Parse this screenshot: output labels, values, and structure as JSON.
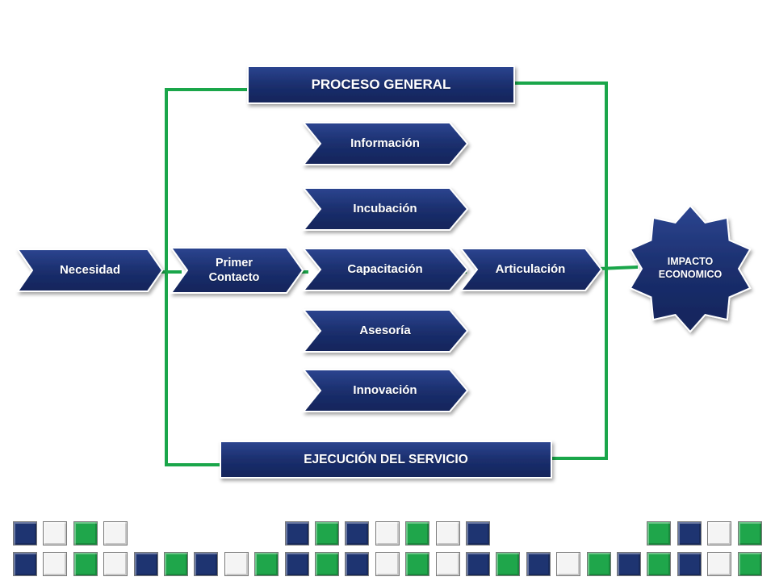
{
  "colors": {
    "navy": "#1b2f6e",
    "navy_dark": "#0f1d4d",
    "green": "#1aa64a",
    "tile_navy": "#1e3471",
    "tile_green": "#1fa64b",
    "tile_white": "#f4f4f4"
  },
  "header_box": {
    "label": "PROCESO  GENERAL"
  },
  "footer_box": {
    "label": "EJECUCIÓN DEL SERVICIO"
  },
  "steps": {
    "necesidad": "Necesidad",
    "primer_contacto": "Primer Contacto",
    "articulacion": "Articulación"
  },
  "services": [
    {
      "id": "informacion",
      "label": "Información"
    },
    {
      "id": "incubacion",
      "label": "Incubación"
    },
    {
      "id": "capacitacion",
      "label": "Capacitación"
    },
    {
      "id": "asesoria",
      "label": "Asesoría"
    },
    {
      "id": "innovacion",
      "label": "Innovación"
    }
  ],
  "result": {
    "label": "IMPACTO ECONOMICO"
  },
  "footer_tiles": {
    "top_row": [
      "N",
      "W",
      "G",
      "W",
      "",
      "",
      "",
      "",
      "",
      "N",
      "G",
      "N",
      "W",
      "G",
      "W",
      "N",
      "",
      "",
      "",
      "",
      "",
      "G",
      "N",
      "W",
      "G"
    ],
    "bottom_row": [
      "N",
      "W",
      "G",
      "W",
      "N",
      "G",
      "N",
      "W",
      "G",
      "N",
      "G",
      "N",
      "W",
      "G",
      "W",
      "N",
      "G",
      "N",
      "W",
      "G",
      "N",
      "G",
      "N",
      "W",
      "G"
    ]
  }
}
